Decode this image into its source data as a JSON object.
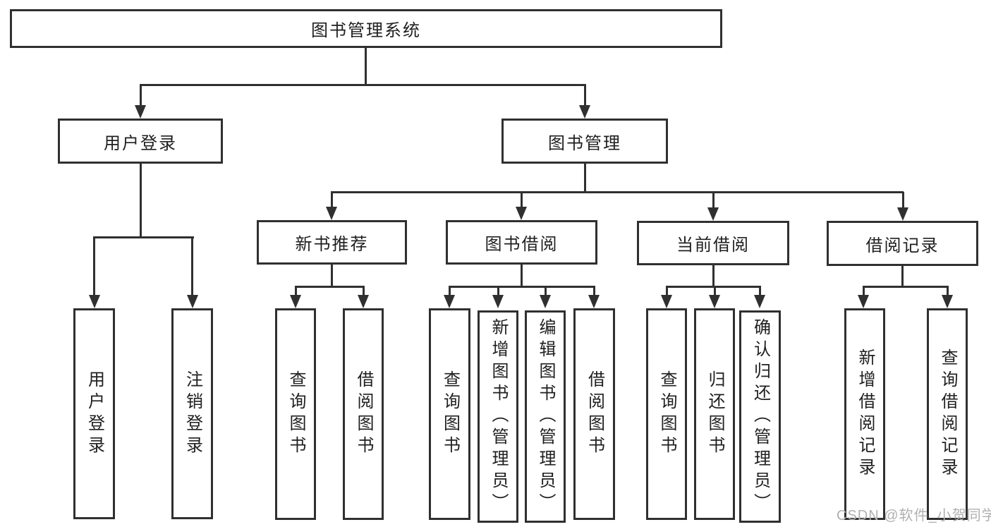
{
  "diagram": {
    "colors": {
      "line": "#303030",
      "text": "#1f1f1f",
      "background": "#ffffff",
      "watermark": "#b0b0b0"
    },
    "root": {
      "label": "图书管理系统"
    },
    "branches": [
      {
        "label": "用户登录",
        "children": [
          {
            "label": "用户登录"
          },
          {
            "label": "注销登录"
          }
        ]
      },
      {
        "label": "图书管理",
        "groups": [
          {
            "label": "新书推荐",
            "children": [
              {
                "label": "查询图书"
              },
              {
                "label": "借阅图书"
              }
            ]
          },
          {
            "label": "图书借阅",
            "children": [
              {
                "label": "查询图书"
              },
              {
                "label": "新增图书（管理员）"
              },
              {
                "label": "编辑图书（管理员）"
              },
              {
                "label": "借阅图书"
              }
            ]
          },
          {
            "label": "当前借阅",
            "children": [
              {
                "label": "查询图书"
              },
              {
                "label": "归还图书"
              },
              {
                "label": "确认归还（管理员）"
              }
            ]
          },
          {
            "label": "借阅记录",
            "children": [
              {
                "label": "新增借阅记录"
              },
              {
                "label": "查询借阅记录"
              }
            ]
          }
        ]
      }
    ],
    "watermark": {
      "text": "CSDN @软件_小贺同学"
    }
  }
}
